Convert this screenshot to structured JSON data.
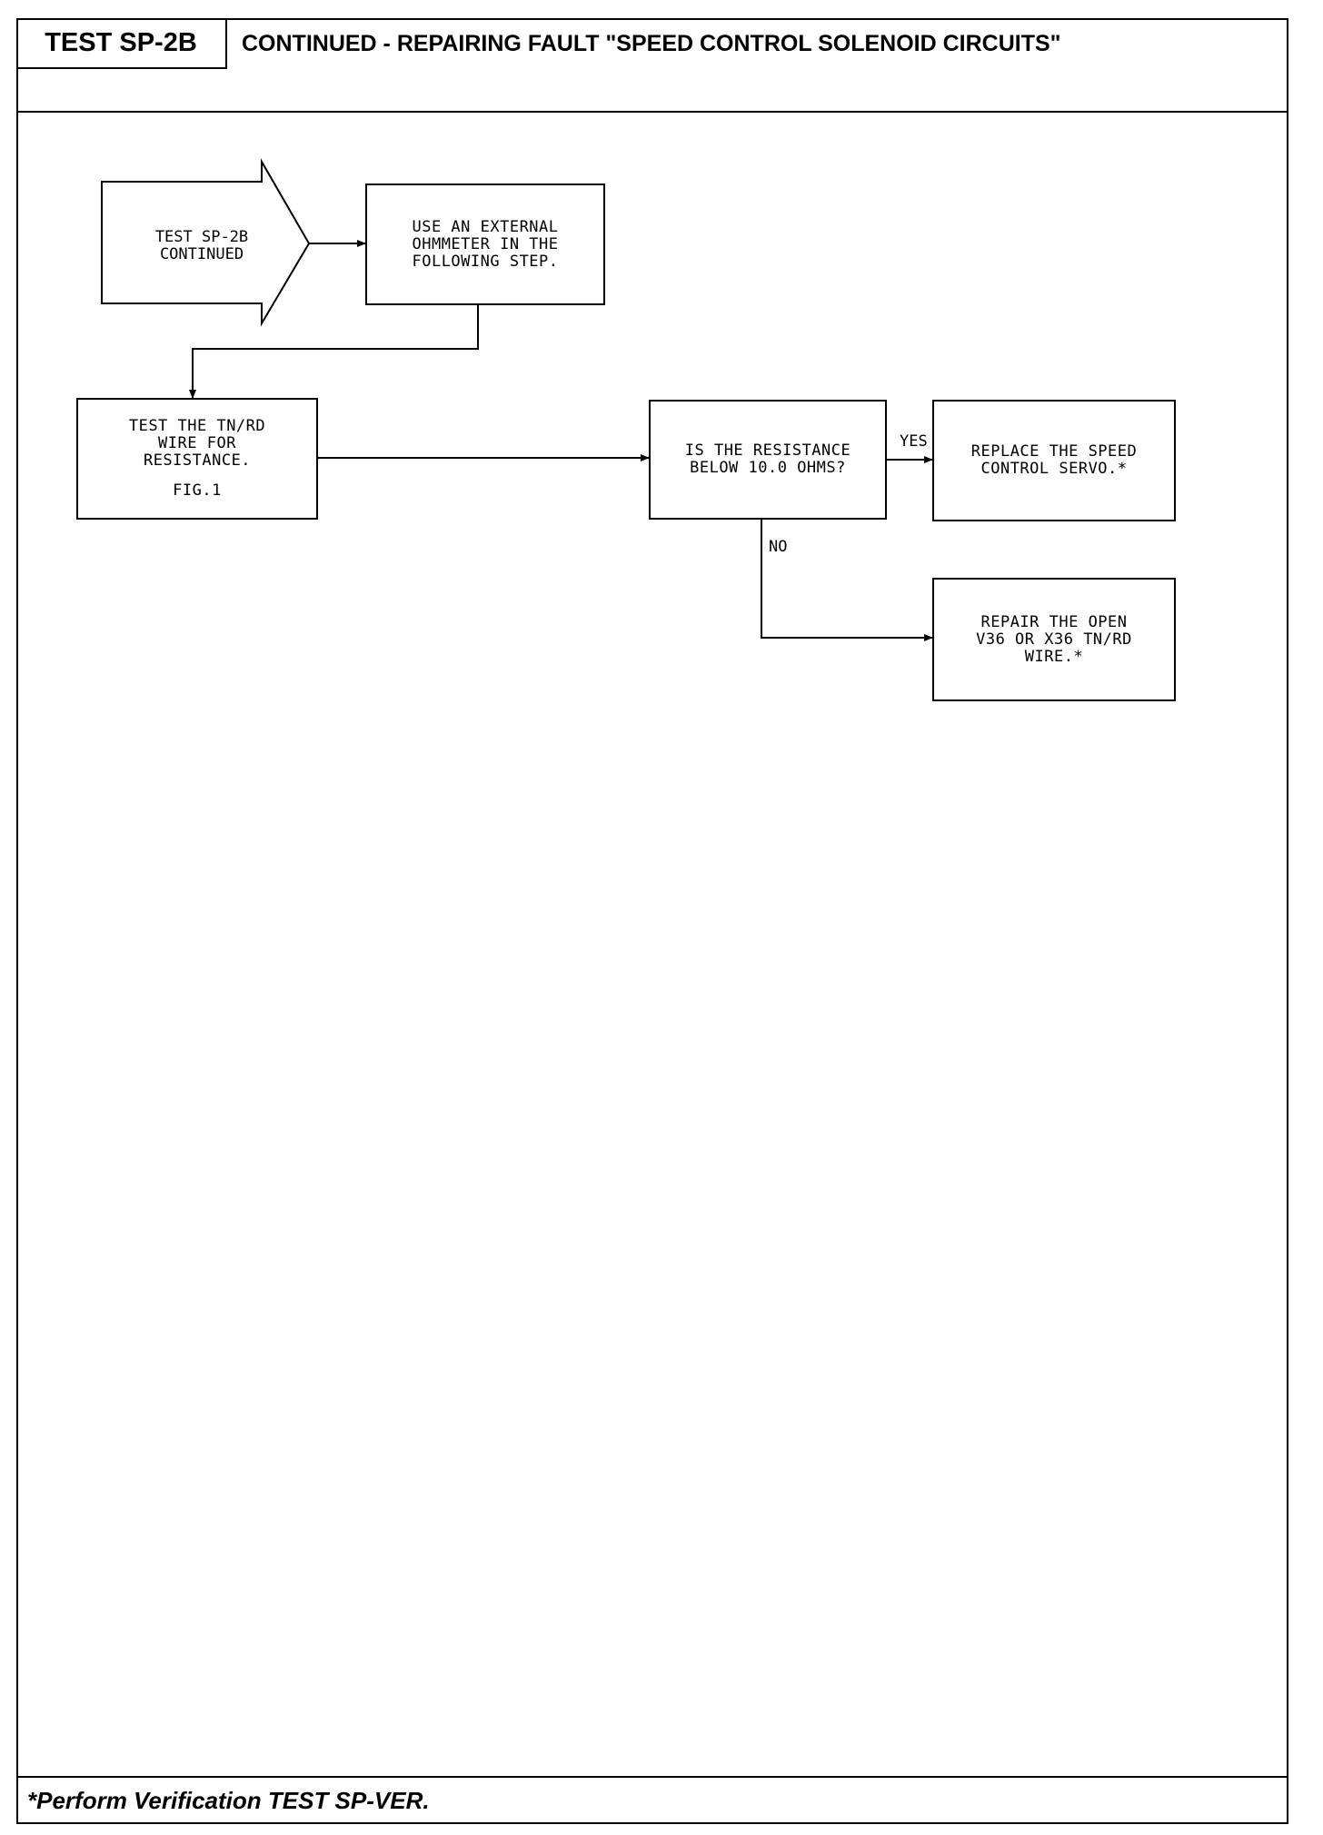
{
  "header": {
    "test_id": "TEST SP-2B",
    "title": "CONTINUED - REPAIRING FAULT \"SPEED CONTROL SOLENOID CIRCUITS\""
  },
  "flowchart": {
    "start": {
      "lines": [
        "TEST SP-2B",
        "CONTINUED"
      ]
    },
    "step_use_ohmmeter": {
      "lines": [
        "USE AN EXTERNAL",
        "OHMMETER IN THE",
        "FOLLOWING STEP."
      ]
    },
    "step_test_wire": {
      "lines": [
        "TEST THE TN/RD",
        "WIRE FOR",
        "RESISTANCE."
      ],
      "fig": "FIG.1"
    },
    "decision_resistance": {
      "lines": [
        "IS THE RESISTANCE",
        "BELOW 10.0 OHMS?"
      ]
    },
    "result_replace_servo": {
      "lines": [
        "REPLACE THE SPEED",
        "CONTROL SERVO.*"
      ]
    },
    "result_repair_wire": {
      "lines": [
        "REPAIR THE OPEN",
        "V36 OR X36 TN/RD",
        "WIRE.*"
      ]
    },
    "label_yes": "YES",
    "label_no": "NO"
  },
  "footer": {
    "note": "*Perform Verification TEST SP-VER."
  }
}
